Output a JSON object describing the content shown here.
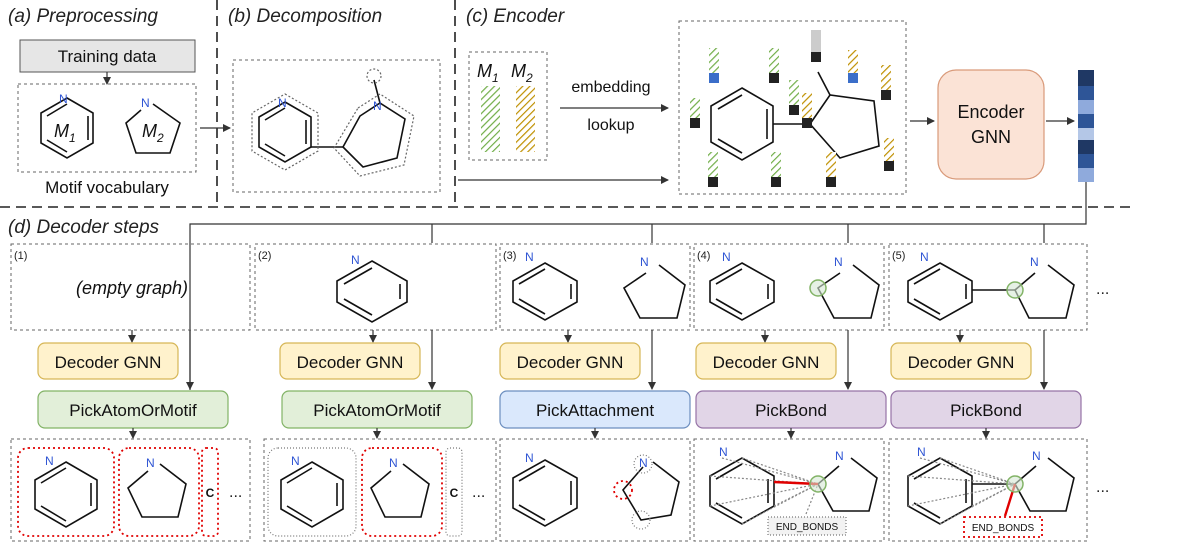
{
  "sections": {
    "a": "(a) Preprocessing",
    "b": "(b) Decomposition",
    "c": "(c) Encoder",
    "d": "(d) Decoder steps"
  },
  "preprocessing": {
    "training_data": "Training data",
    "motif1": "M",
    "motif1_sub": "1",
    "motif2": "M",
    "motif2_sub": "2",
    "vocab_label": "Motif vocabulary",
    "atom_N": "N"
  },
  "encoder": {
    "m1": "M",
    "m1_sub": "1",
    "m2": "M",
    "m2_sub": "2",
    "embedding": "embedding",
    "lookup": "lookup",
    "gnn_line1": "Encoder",
    "gnn_line2": "GNN"
  },
  "decoder": {
    "steps": [
      {
        "num": "(1)",
        "gnn": "Decoder GNN",
        "action": "PickAtomOrMotif"
      },
      {
        "num": "(2)",
        "gnn": "Decoder GNN",
        "action": "PickAtomOrMotif"
      },
      {
        "num": "(3)",
        "gnn": "Decoder GNN",
        "action": "PickAttachment"
      },
      {
        "num": "(4)",
        "gnn": "Decoder GNN",
        "action": "PickBond"
      },
      {
        "num": "(5)",
        "gnn": "Decoder GNN",
        "action": "PickBond"
      }
    ],
    "empty_graph": "(empty graph)",
    "carbon": "C",
    "ellipsis": "...",
    "end_bonds": "END_BONDS"
  },
  "colors": {
    "green_fill": "#e2efd9",
    "green_stroke": "#82b366",
    "blue_fill": "#dae8fc",
    "blue_stroke": "#6c8ebf",
    "yellow_fill": "#fff2cc",
    "yellow_stroke": "#d6b656",
    "purple_fill": "#e1d5e7",
    "purple_stroke": "#9673a6",
    "encoder_fill": "#fbe3d6",
    "red": "#e00000",
    "nitrogen_blue": "#2f55d4"
  }
}
